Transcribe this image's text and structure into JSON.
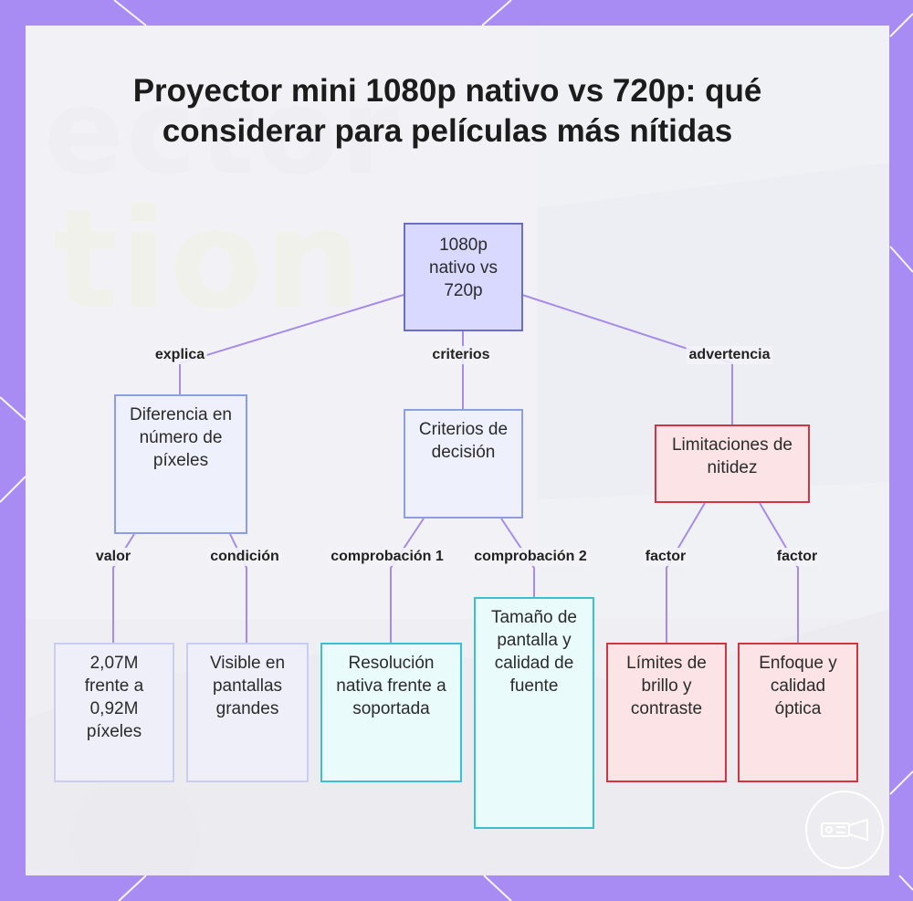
{
  "title": "Proyector mini 1080p nativo vs 720p: qué considerar para películas más nítidas",
  "colors": {
    "frame": "#a88cf3",
    "connector": "#a78be8",
    "root_fill": "#d9d9ff",
    "root_border": "#6b6fc1",
    "cyan_border": "#3cc0cf",
    "red_border": "#cf3542"
  },
  "nodes": {
    "root": "1080p nativo vs 720p",
    "diferencia": "Diferencia en número de píxeles",
    "criterios": "Criterios de decisión",
    "limitaciones": "Limitaciones de nitidez",
    "pixeles": "2,07M frente a 0,92M píxeles",
    "visible": "Visible en pantallas grandes",
    "resolucion": "Resolución nativa frente a soportada",
    "tamano": "Tamaño de pantalla y calidad de fuente",
    "brillo": "Límites de brillo y contraste",
    "enfoque": "Enfoque y calidad óptica"
  },
  "edges": {
    "explica": "explica",
    "criterios": "criterios",
    "advertencia": "advertencia",
    "valor": "valor",
    "condicion": "condición",
    "comprobacion1": "comprobación 1",
    "comprobacion2": "comprobación 2",
    "factor1": "factor",
    "factor2": "factor"
  },
  "logo_icon": "projector-icon"
}
